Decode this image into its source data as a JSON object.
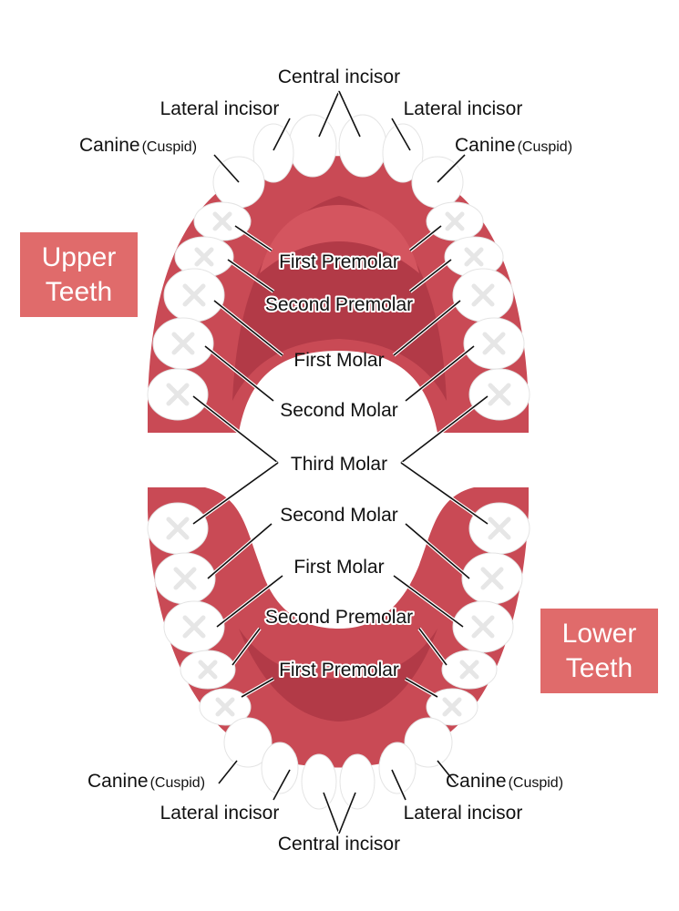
{
  "title_boxes": {
    "upper": [
      "Upper",
      "Teeth"
    ],
    "lower": [
      "Lower",
      "Teeth"
    ]
  },
  "labels": {
    "central_incisor": "Central incisor",
    "lateral_incisor": "Lateral incisor",
    "canine": "Canine",
    "cuspid": "(Cuspid)",
    "first_premolar": "First Premolar",
    "second_premolar": "Second Premolar",
    "first_molar": "First Molar",
    "second_molar": "Second Molar",
    "third_molar": "Third Molar"
  },
  "colors": {
    "gum": "#c94a55",
    "gum_dark": "#b23a47",
    "palate": "#d4555f",
    "tooth": "#ffffff",
    "box": "#e06b6b"
  }
}
